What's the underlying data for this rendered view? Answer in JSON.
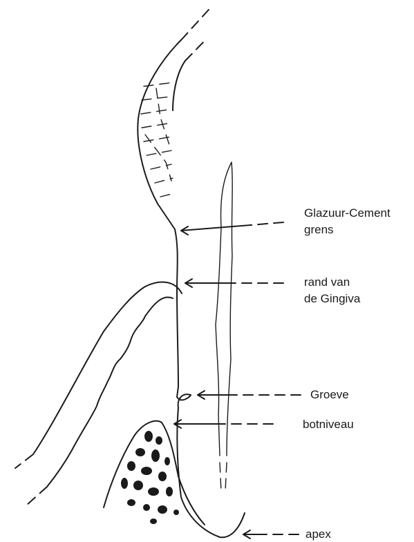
{
  "labels": {
    "cej_line1": "Glazuur-Cement",
    "cej_line2": "grens",
    "gingiva_line1": "rand van",
    "gingiva_line2": "de Gingiva",
    "groove": "Groeve",
    "bone_level": "botniveau",
    "apex": "apex"
  },
  "colors": {
    "ink": "#1a1a1a",
    "background": "#ffffff"
  }
}
